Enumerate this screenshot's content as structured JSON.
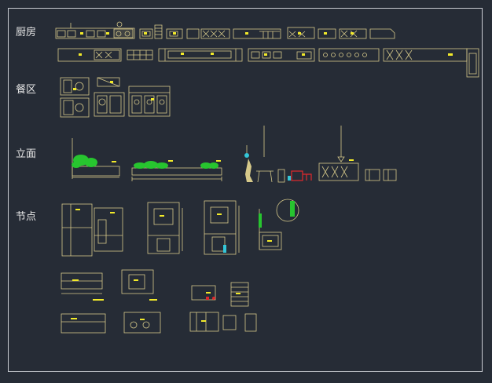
{
  "sections": [
    {
      "id": "kitchen",
      "label": "厨房"
    },
    {
      "id": "dining",
      "label": "餐区"
    },
    {
      "id": "elevation",
      "label": "立面"
    },
    {
      "id": "details",
      "label": "节点"
    }
  ],
  "colors": {
    "background": "#262c36",
    "frame": "#c9ccd2",
    "line": "#d6c98a",
    "highlight": "#f2ea2a",
    "plant": "#27c52f",
    "accent_red": "#e0282c",
    "accent_cyan": "#34c6d8"
  }
}
